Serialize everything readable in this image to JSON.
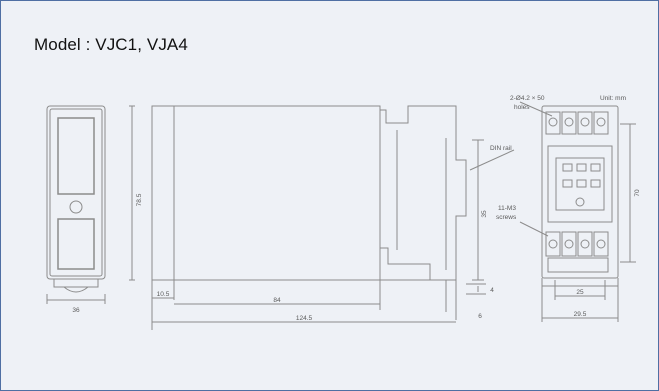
{
  "title": "Model : VJC1, VJA4",
  "drawing": {
    "unit_note": "Unit: mm",
    "holes_note": "2-Ø4.2 × 50",
    "holes_note2": "holes",
    "din_rail": "DIN rail",
    "screws_note": "11-M3",
    "screws_note2": "screws",
    "dim_front_width": "36",
    "dim_height": "78.5",
    "dim_body_depth": "84",
    "dim_base_offset": "10.5",
    "dim_total_depth": "124.5",
    "dim_side_a": "35",
    "dim_side_b": "4",
    "dim_side_c": "6",
    "dim_socket_height": "70",
    "dim_socket_inner": "25",
    "dim_socket_width": "29.5"
  },
  "colors": {
    "line": "#8f8f8f",
    "frame_border": "#4f6fa3",
    "background": "#eef1f6"
  }
}
